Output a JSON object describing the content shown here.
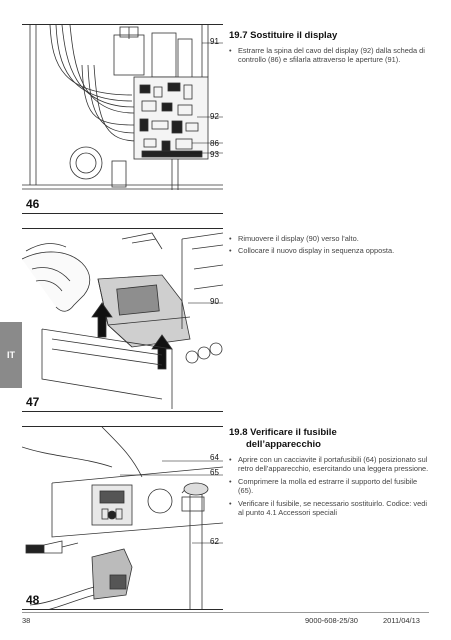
{
  "side_tab": {
    "label": "IT"
  },
  "figures": [
    {
      "number": "46",
      "callouts": [
        "91",
        "92",
        "86",
        "93"
      ]
    },
    {
      "number": "47",
      "callouts": [
        "90"
      ]
    },
    {
      "number": "48",
      "callouts": [
        "64",
        "65",
        "62"
      ]
    }
  ],
  "sections": [
    {
      "title": "19.7 Sostituire il display",
      "bullets": [
        "Estrarre la spina del cavo del display (92) dalla scheda di controllo (86) e sfilarla attraverso le aperture (91)."
      ]
    },
    {
      "title": "",
      "bullets": [
        "Rimuovere il display (90) verso l’alto.",
        "Collocare il nuovo display in sequenza opposta."
      ]
    },
    {
      "title_line1": "19.8 Verificare il fusibile",
      "title_line2": "dell’apparecchio",
      "bullets": [
        "Aprire con un cacciavite il portafusibili (64) posizionato sul retro dell’apparecchio, esercitando una leggera pressione.",
        "Comprimere la molla ed estrarre il supporto del fusibile (65).",
        "Verificare il fusibile, se necessario sostituirlo. Codice: vedi al punto 4.1 Accessori speciali"
      ]
    }
  ],
  "footer": {
    "page_number": "38",
    "doc_code": "9000-608-25/30",
    "date": "2011/04/13"
  }
}
